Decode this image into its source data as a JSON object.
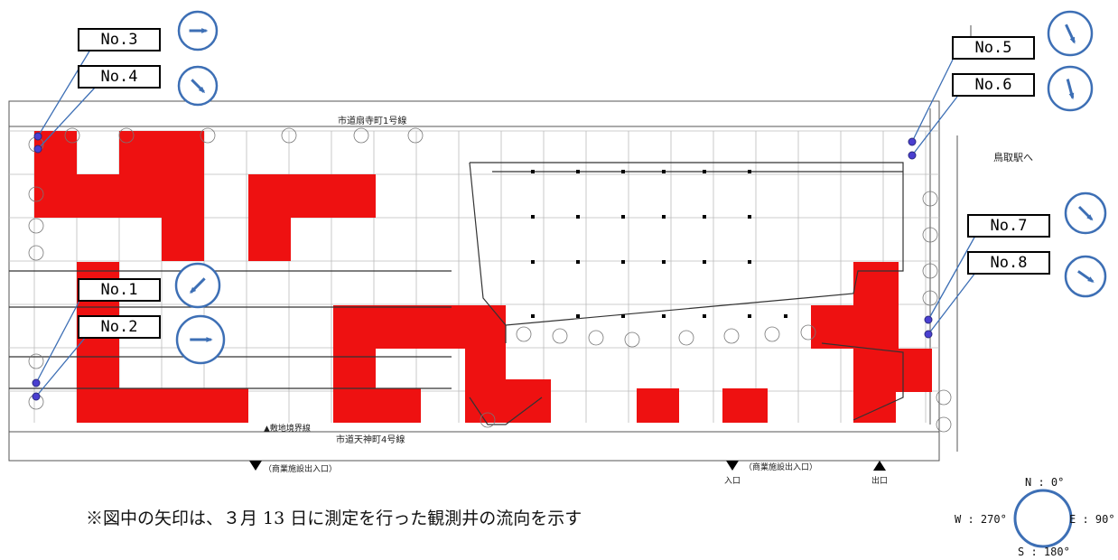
{
  "wells": [
    {
      "label": "No.3",
      "direction_deg": 90
    },
    {
      "label": "No.4",
      "direction_deg": 135
    },
    {
      "label": "No.5",
      "direction_deg": 155
    },
    {
      "label": "No.6",
      "direction_deg": 165
    },
    {
      "label": "No.7",
      "direction_deg": 135
    },
    {
      "label": "No.8",
      "direction_deg": 125
    },
    {
      "label": "No.1",
      "direction_deg": 225
    },
    {
      "label": "No.2",
      "direction_deg": 90
    }
  ],
  "streets": {
    "north": "市道扇寺町1号線",
    "south": "市道天神町4号線",
    "station": "鳥取駅へ",
    "boundary": "▲敷地境界線",
    "entrance1": "（商業施設出入口）",
    "entrance2": "（商業施設出入口）",
    "iriguchi": "入口",
    "deguchi": "出口"
  },
  "note": "※図中の矢印は、３月 13 日に測定を行った観測井の流向を示す",
  "compass": {
    "north": "N : 0°",
    "east": "E : 90°",
    "south": "S : 180°",
    "west": "W : 270°"
  },
  "colors": {
    "contamination_red": "#ee1111",
    "arrow_blue": "#3d6fb5",
    "well_dot": "#4a3fd0"
  }
}
